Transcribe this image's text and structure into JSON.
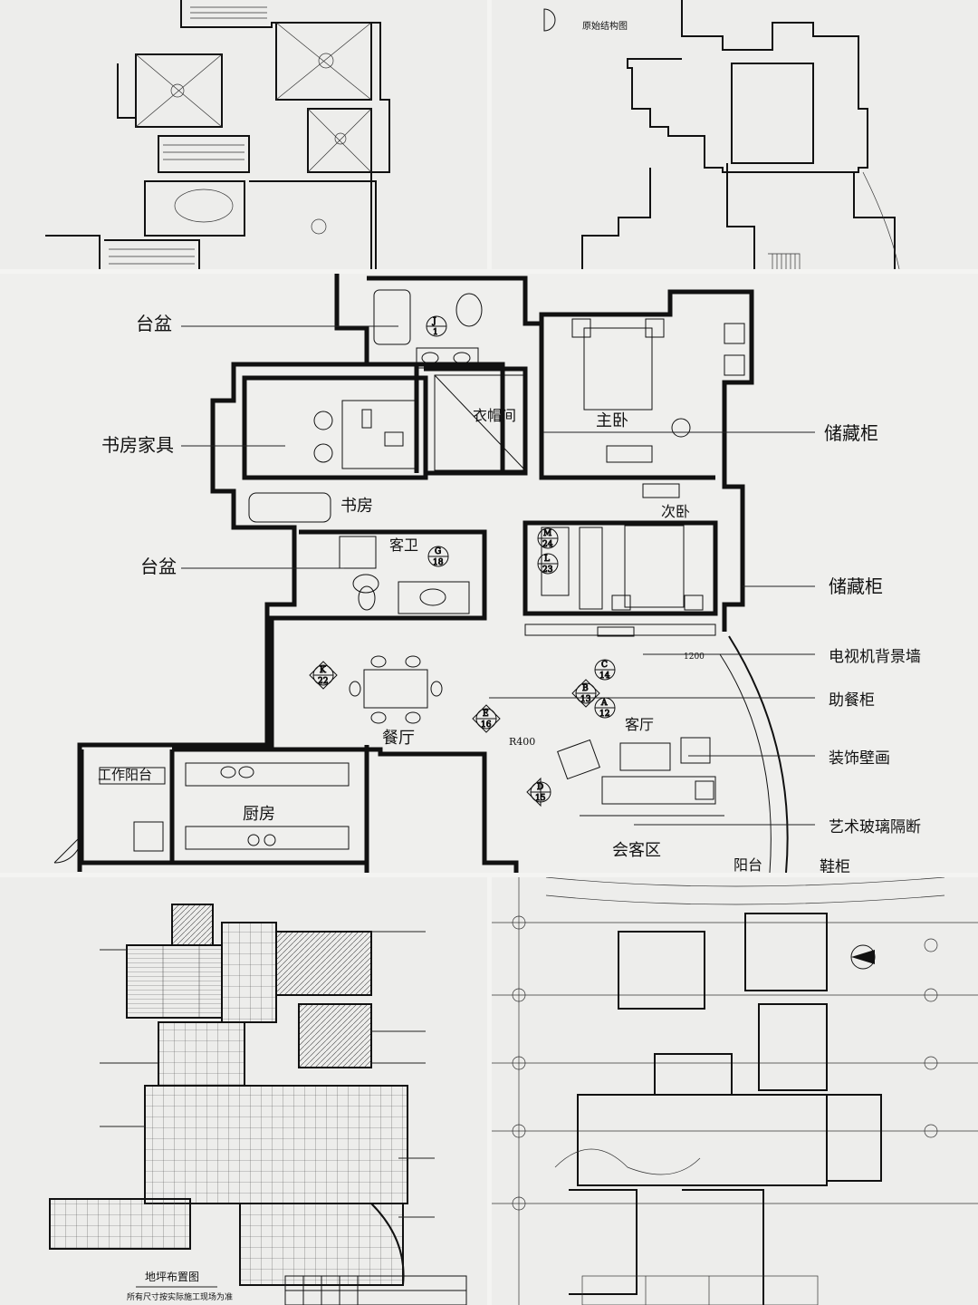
{
  "panels": {
    "ceiling_plan": {},
    "original_plan": {
      "label": "原始结构图"
    },
    "furniture_plan": {
      "annotations": {
        "basin_top": "台盆",
        "study_furniture": "书房家具",
        "basin_mid": "台盆",
        "storage_cabinet_1": "储藏柜",
        "storage_cabinet_2": "储藏柜",
        "tv_wall": "电视机背景墙",
        "sideboard": "助餐柜",
        "decor_sofa": "装饰壁画",
        "art_glass_partition": "艺术玻璃隔断",
        "shoe_cabinet": "鞋柜"
      },
      "rooms": {
        "walk_in_closet": "衣帽间",
        "master_bedroom": "主卧",
        "study": "书房",
        "guest_bath": "客卫",
        "second_bedroom": "次卧",
        "dining": "餐厅",
        "living": "客厅",
        "work_balcony": "工作阳台",
        "kitchen": "厨房",
        "foyer": "会客区",
        "balcony": "阳台"
      },
      "markers": [
        {
          "letter": "J",
          "num": "1"
        },
        {
          "letter": "G",
          "num": "18"
        },
        {
          "letter": "M",
          "num": "24"
        },
        {
          "letter": "L",
          "num": "23"
        },
        {
          "letter": "K",
          "num": "22"
        },
        {
          "letter": "C",
          "num": "14"
        },
        {
          "letter": "B",
          "num": "13"
        },
        {
          "letter": "A",
          "num": "12"
        },
        {
          "letter": "E",
          "num": "16"
        },
        {
          "letter": "D",
          "num": "15"
        }
      ],
      "arc_label": "R400",
      "dim_label": "1200"
    },
    "floor_plan": {
      "title": "地坪布置图",
      "subtitle": "所有尺寸按实际施工现场为准"
    },
    "dimension_plan": {}
  }
}
